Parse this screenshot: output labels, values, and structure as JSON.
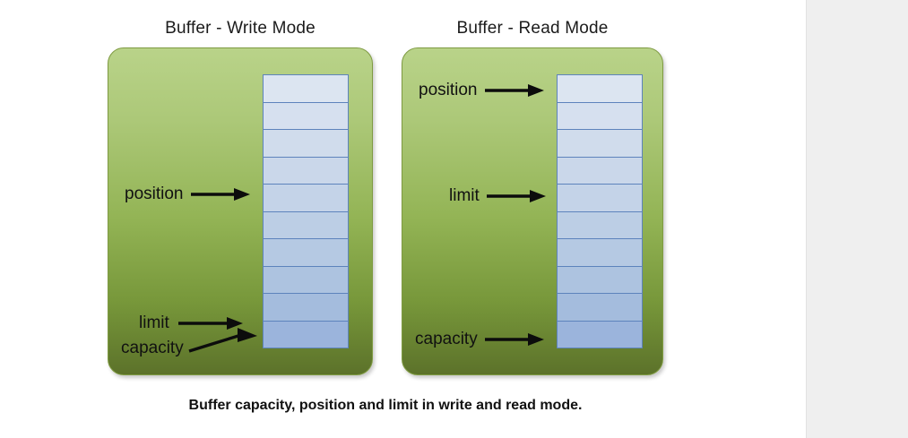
{
  "page": {
    "background_color": "#ffffff",
    "gutter_color": "#efefef"
  },
  "caption": "Buffer capacity, position and limit in write and read mode.",
  "colors": {
    "panel_green_top": "#b9d389",
    "panel_green_bottom": "#5c722a",
    "panel_border": "#7f9b42",
    "cell_fill_top": "#dbe4f0",
    "cell_fill_bottom": "#9bb4dc",
    "cell_border": "#5d83bc",
    "text": "#111111"
  },
  "panels": [
    {
      "id": "write-mode",
      "title": "Buffer - Write Mode",
      "cell_count": 10,
      "annotations": [
        {
          "label": "position",
          "arrow": "straight",
          "cell_index": 5
        },
        {
          "label": "limit",
          "arrow": "straight",
          "cell_index": 9
        },
        {
          "label": "capacity",
          "arrow": "angled",
          "cell_index": 10
        }
      ]
    },
    {
      "id": "read-mode",
      "title": "Buffer - Read Mode",
      "cell_count": 10,
      "annotations": [
        {
          "label": "position",
          "arrow": "straight",
          "cell_index": 1
        },
        {
          "label": "limit",
          "arrow": "straight",
          "cell_index": 5
        },
        {
          "label": "capacity",
          "arrow": "straight",
          "cell_index": 10
        }
      ]
    }
  ]
}
